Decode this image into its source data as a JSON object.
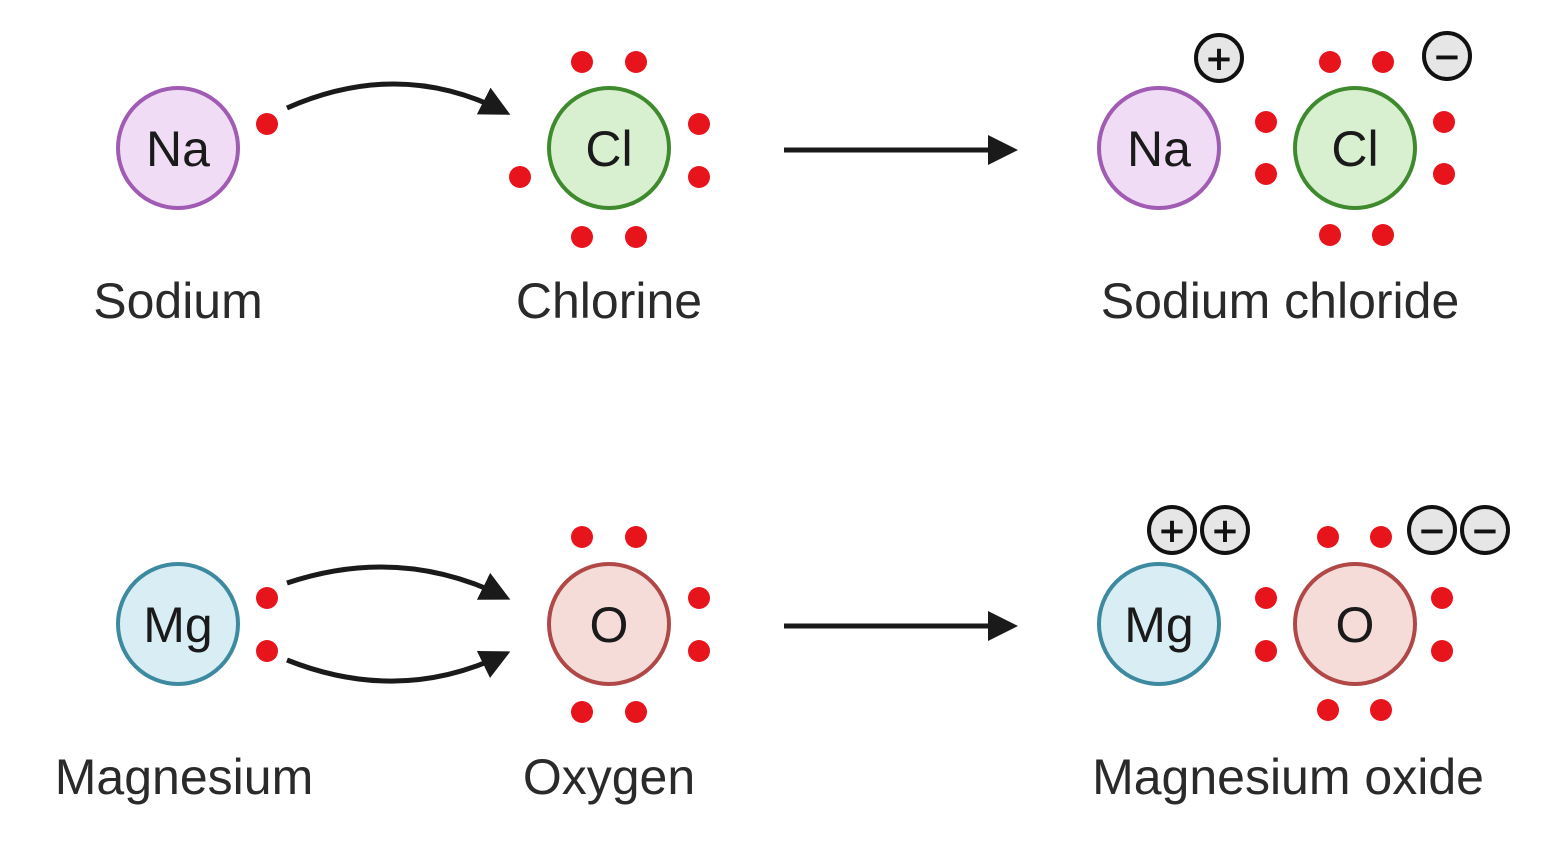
{
  "reactions": [
    {
      "reactant_a": {
        "symbol": "Na",
        "name": "Sodium",
        "fill": "#f1dcf6",
        "stroke": "#a05bb3"
      },
      "reactant_b": {
        "symbol": "Cl",
        "name": "Chlorine",
        "fill": "#d9f0d0",
        "stroke": "#3f8a2e"
      },
      "product": {
        "name": "Sodium chloride",
        "cation_charges": [
          "+"
        ],
        "anion_charges": [
          "−"
        ]
      },
      "transferred_electrons": 1
    },
    {
      "reactant_a": {
        "symbol": "Mg",
        "name": "Magnesium",
        "fill": "#d8eef4",
        "stroke": "#3d8aa0"
      },
      "reactant_b": {
        "symbol": "O",
        "name": "Oxygen",
        "fill": "#f6dcd9",
        "stroke": "#b04848"
      },
      "product": {
        "name": "Magnesium oxide",
        "cation_charges": [
          "+",
          "+"
        ],
        "anion_charges": [
          "−",
          "−"
        ]
      },
      "transferred_electrons": 2
    }
  ],
  "colors": {
    "electron": "#e8141c",
    "arrow": "#1a1a1a",
    "charge_fill": "#e6e6e6"
  }
}
